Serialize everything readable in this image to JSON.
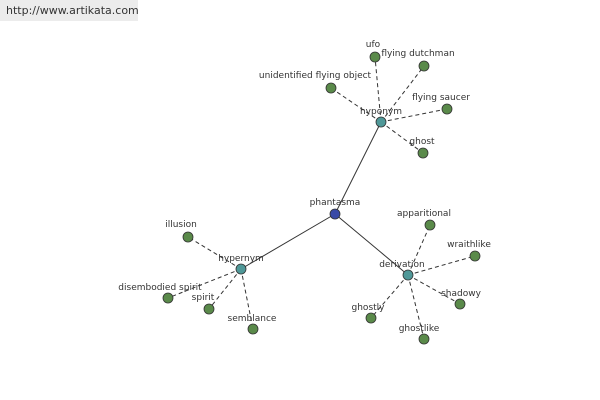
{
  "source_url": "http://www.artikata.com",
  "colors": {
    "root": "#3a4aa6",
    "relation": "#4f9898",
    "leaf": "#5a8a4a",
    "node_stroke": "#333333",
    "edge": "#333333",
    "banner_bg": "#ececec"
  },
  "graph": {
    "root": "phantasma",
    "relations": [
      {
        "label": "hyponym",
        "terms": [
          "ufo",
          "flying dutchman",
          "unidentified flying object",
          "flying saucer",
          "ghost"
        ]
      },
      {
        "label": "hypernym",
        "terms": [
          "illusion",
          "disembodied spirit",
          "spirit",
          "semblance"
        ]
      },
      {
        "label": "derivation",
        "terms": [
          "apparitional",
          "wraithlike",
          "shadowy",
          "ghostly",
          "ghostlike"
        ]
      }
    ]
  }
}
